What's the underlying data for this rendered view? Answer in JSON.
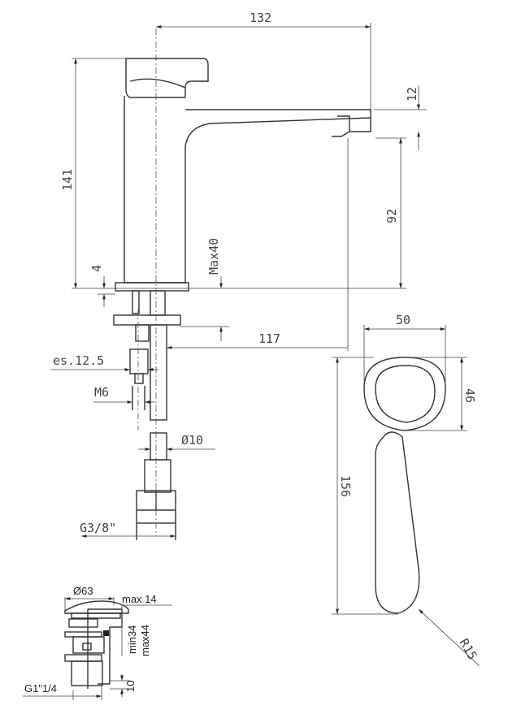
{
  "drawing": {
    "side_view": {
      "spout_length": "132",
      "spout_thickness": "12",
      "total_height": "141",
      "outlet_height": "92",
      "base_thickness": "4",
      "max_deck": "Max40",
      "spout_reach": "117",
      "wrench_size": "es.12.5",
      "thread_stud": "M6",
      "hose_diameter": "Ø10",
      "hose_connection": "G3/8\""
    },
    "top_view": {
      "width": "50",
      "body_depth": "46",
      "total_length": "156",
      "handle_radius": "R15"
    },
    "drain_detail": {
      "cap_diameter": "Ø63",
      "cap_height": "max 14",
      "min_thickness": "min34",
      "max_thickness": "max44",
      "thread": "G1\"1/4",
      "thread_length": "10"
    }
  }
}
